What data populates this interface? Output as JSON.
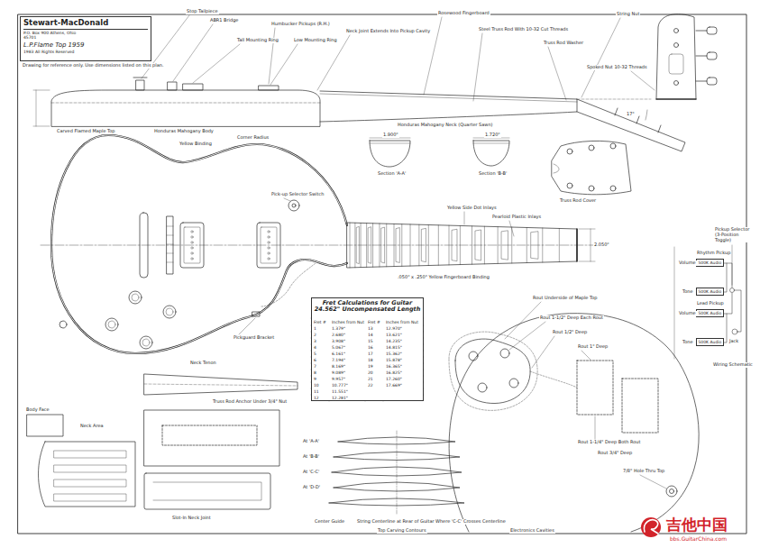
{
  "diagram": {
    "nodes": [
      {
        "text": [
          "Stewart-MacDonald",
          "P.O. Box 900 Athens, Ohio 45701",
          "L.P.Flame Top 1959",
          "1983 All Rights Reserved"
        ]
      },
      {
        "text": [
          "Fret Calculations for Guitar",
          "24.562\" Uncompensated Length"
        ]
      },
      {
        "text": [
          "500K Audio"
        ]
      },
      {
        "text": [
          "500K Audio"
        ]
      },
      {
        "text": [
          "500K Audio"
        ]
      },
      {
        "text": [
          "500K Audio"
        ]
      }
    ],
    "labels": [
      "Drawing for reference only. Use dimensions listed on this plan.",
      "Stop Tailpiece",
      "ABR1 Bridge",
      "Humbucker Pickups (R.H.)",
      "Tall Mounting Ring",
      "Low Mounting Ring",
      "Neck Joint Extends Into Pickup Cavity",
      "Rosewood Fingerboard",
      "Steel Truss Rod With 10-32 Cut Threads",
      "Truss Rod Washer",
      "String Nut",
      "Spoked Nut 10-32 Threads",
      "17°",
      "Honduras Mahogany Body",
      "Carved Flamed Maple Top",
      "Corner Radius",
      "Yellow Binding",
      "Honduras Mahogany Neck (Quarter Sawn)",
      "1.900\"",
      "Section 'A-A'",
      "1.720\"",
      "Section 'B-B'",
      "Pick-up Selector Switch",
      "Yellow Side Dot Inlays",
      "Pearloid Plastic Inlays",
      "Truss Rod Cover",
      "2.050\"",
      ".050\" x .250\" Yellow Fingerboard Binding",
      "Pickguard Bracket",
      "Neck Tenon",
      "Truss Rod Anchor Under 3/4\" Nut",
      "Body Face",
      "Neck Area",
      "Slot-In Neck Joint",
      "At 'A-A'",
      "At 'B-B'",
      "At 'C-C'",
      "At 'D-D'",
      "Center Guide",
      "String Centerline at Rear of Guitar",
      "Top Carving Contours",
      "Where 'C-C' Crosses Centerline",
      "Electronics Cavities",
      "Rout Underside of Maple Top",
      "Rout 1-1/2\" Deep Each Rout",
      "Rout 1/2\" Deep",
      "Rout 1\" Deep",
      "Rout 1-1/4\" Deep Both Rout",
      "Rout 3/4\" Deep",
      "7/8\" Hole Thru Top",
      "Volume",
      "Tone",
      "Volume",
      "Tone",
      "Rhythm Pickup",
      "Lead Pickup",
      "Pickup Selector (3-Position Toggle)",
      "Jack",
      "Wiring Schematic",
      "吉他中国",
      "bbs.GuitarChina.com",
      "Fret #",
      "Inches from Nut",
      "Fret #",
      "Inches from Nut",
      "1",
      "1.379\"",
      "13",
      "12.970\"",
      "2",
      "2.680\"",
      "14",
      "13.621\"",
      "3",
      "3.908\"",
      "15",
      "14.235\"",
      "4",
      "5.067\"",
      "16",
      "14.815\"",
      "5",
      "6.161\"",
      "17",
      "15.362\"",
      "6",
      "7.194\"",
      "18",
      "15.878\"",
      "7",
      "8.169\"",
      "19",
      "16.365\"",
      "8",
      "9.089\"",
      "20",
      "16.825\"",
      "9",
      "9.957\"",
      "21",
      "17.260\"",
      "10",
      "10.777\"",
      "22",
      "17.669\"",
      "11",
      "11.551\"",
      "12",
      "12.281\""
    ]
  }
}
